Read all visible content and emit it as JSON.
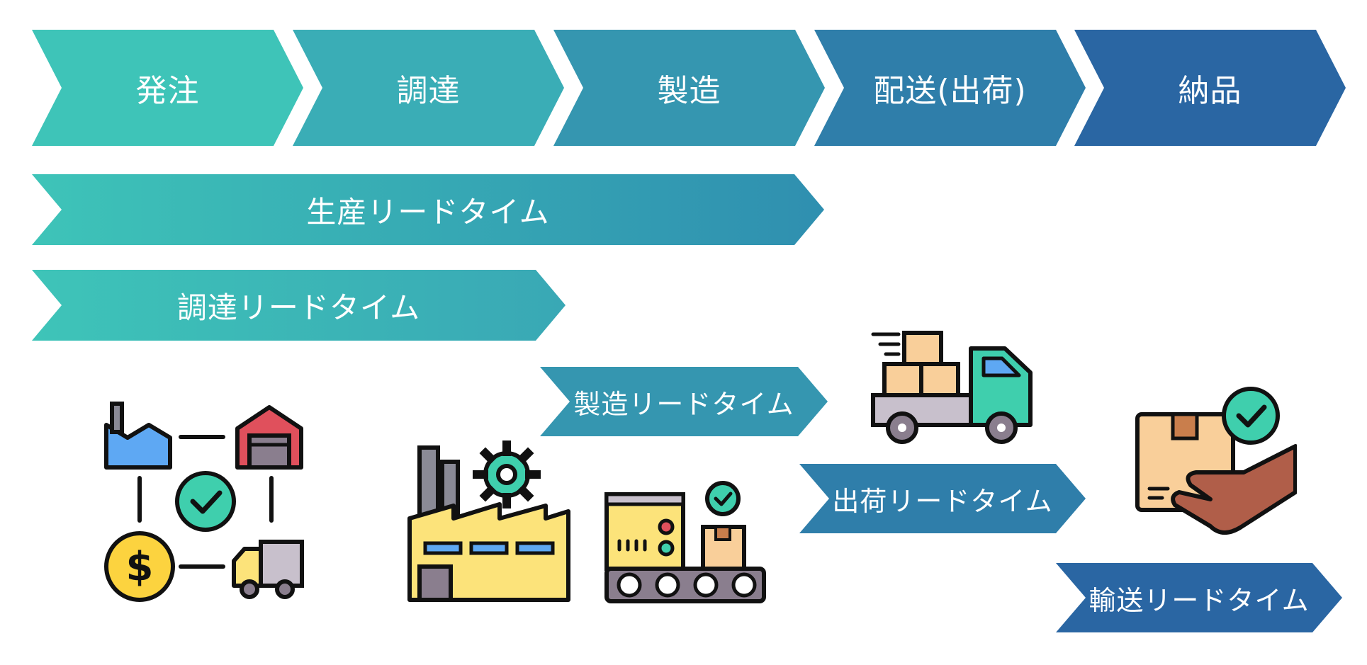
{
  "process_steps": [
    {
      "label": "発注",
      "color": "#3ec4b8"
    },
    {
      "label": "調達",
      "color": "#3aadb6"
    },
    {
      "label": "製造",
      "color": "#3596b0"
    },
    {
      "label": "配送(出荷)",
      "color": "#2f7eaa"
    },
    {
      "label": "納品",
      "color": "#2a66a3"
    }
  ],
  "lead_times": {
    "production": {
      "label": "生産リードタイム"
    },
    "procurement": {
      "label": "調達リードタイム"
    },
    "manufacturing": {
      "label": "製造リードタイム"
    },
    "shipping": {
      "label": "出荷リードタイム"
    },
    "transport": {
      "label": "輸送リードタイム"
    }
  },
  "icons": [
    "supply-network-icon",
    "factory-icon",
    "conveyor-box-icon",
    "delivery-truck-icon",
    "package-delivered-icon"
  ]
}
